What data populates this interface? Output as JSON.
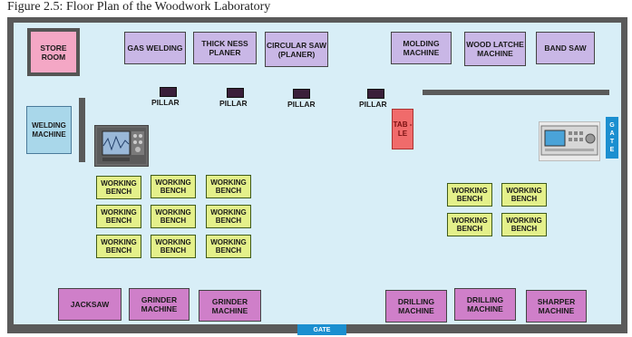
{
  "caption": "Figure 2.5: Floor Plan of the Woodwork Laboratory",
  "rooms": {
    "store_room": "STORE ROOM",
    "welding_machine": "WELDING MACHINE",
    "table": "TAB -LE"
  },
  "top_machines": [
    {
      "label": "GAS WELDING"
    },
    {
      "label": "THICK NESS PLANER"
    },
    {
      "label": "CIRCULAR SAW (PLANER)"
    },
    {
      "label": "MOLDING MACHINE"
    },
    {
      "label": "WOOD LATCHE MACHINE"
    },
    {
      "label": "BAND SAW"
    }
  ],
  "pillars": [
    "PILLAR",
    "PILLAR",
    "PILLAR",
    "PILLAR"
  ],
  "bench_label": "WORKING BENCH",
  "bottom_machines": [
    {
      "label": "JACKSAW"
    },
    {
      "label": "GRINDER MACHINE"
    },
    {
      "label": "GRINDER MACHINE"
    },
    {
      "label": "DRILLING MACHINE"
    },
    {
      "label": "DRILLING MACHINE"
    },
    {
      "label": "SHARPER MACHINE"
    }
  ],
  "gates": {
    "side": "GATE",
    "bottom": "GATE"
  },
  "icons": {
    "equipment_left": "oscilloscope-icon",
    "equipment_right": "signal-generator-icon"
  },
  "colors": {
    "store_room": "#f4a7c5",
    "machine": "#c9b7e6",
    "machine_dark": "#cf7fc9",
    "bench": "#e4f08a",
    "gate": "#1b8fd0",
    "table": "#f06b6b",
    "floor": "#d8eef7"
  }
}
